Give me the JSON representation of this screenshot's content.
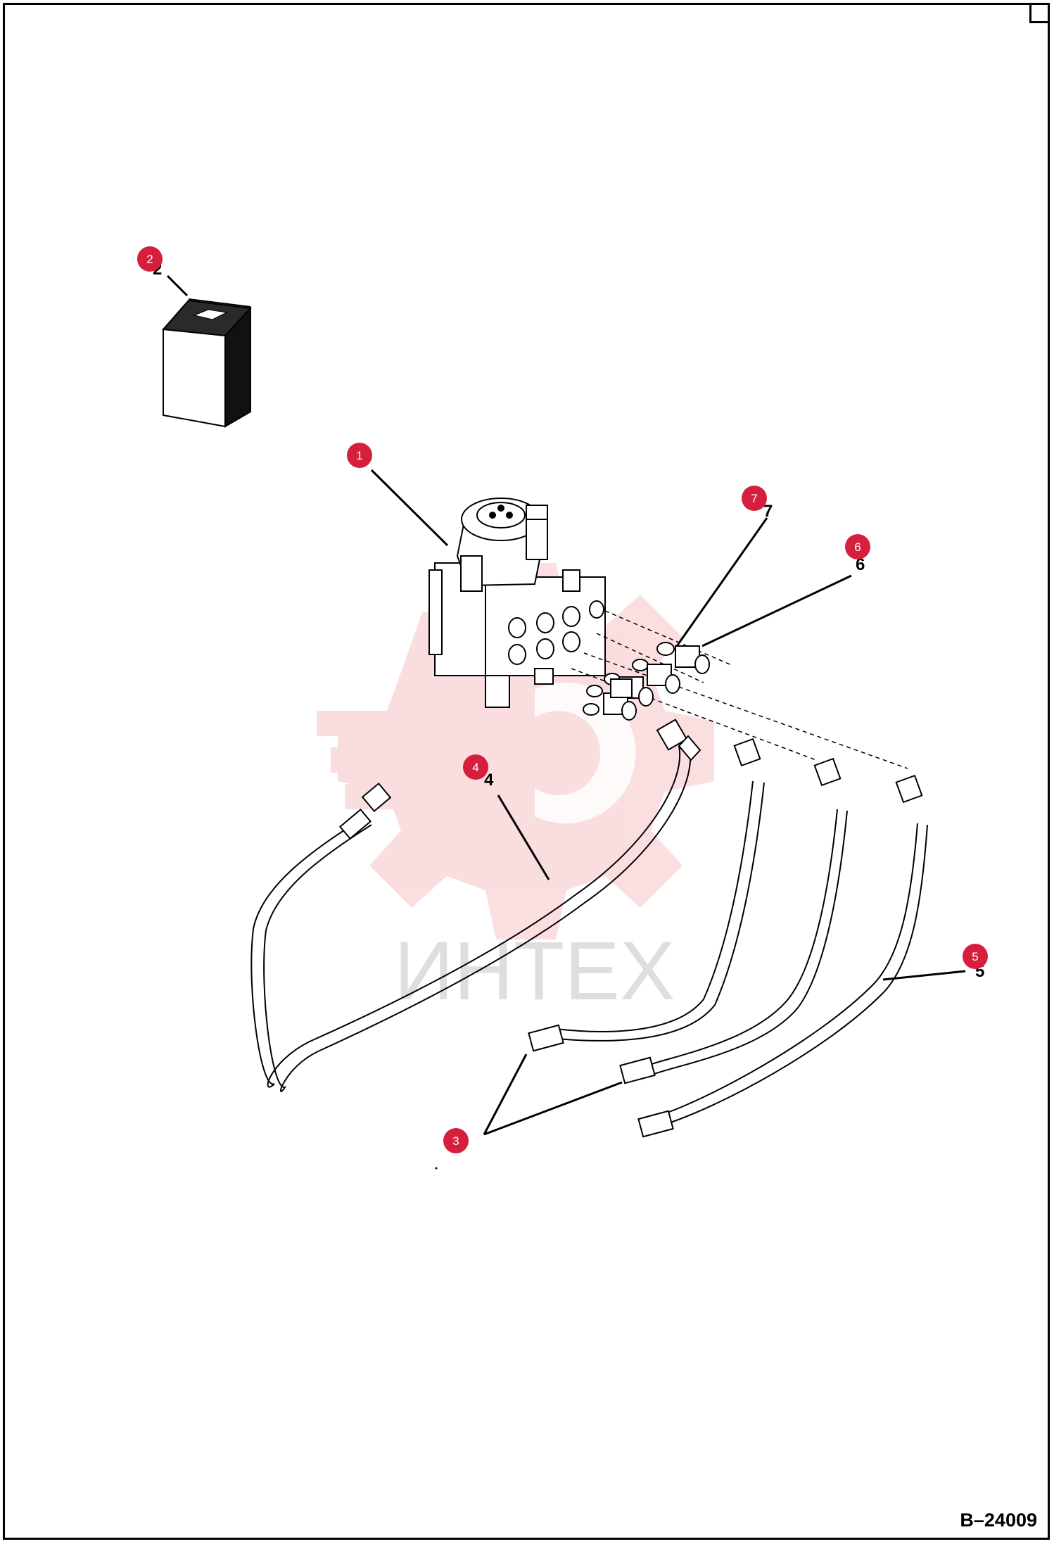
{
  "drawing": {
    "code": "B–24009"
  },
  "watermark": {
    "text": "ИНТЕХ",
    "color": "#f5b5b8"
  },
  "callouts": [
    {
      "id": "callout-1",
      "number": "1",
      "printed": ""
    },
    {
      "id": "callout-2",
      "number": "2",
      "printed": "2"
    },
    {
      "id": "callout-3",
      "number": "3",
      "printed": ""
    },
    {
      "id": "callout-4",
      "number": "4",
      "printed": "4"
    },
    {
      "id": "callout-5",
      "number": "5",
      "printed": "5"
    },
    {
      "id": "callout-6",
      "number": "6",
      "printed": "6"
    },
    {
      "id": "callout-7",
      "number": "7",
      "printed": "7"
    }
  ],
  "colors": {
    "badge": "#d51f3d",
    "line": "#000000"
  }
}
